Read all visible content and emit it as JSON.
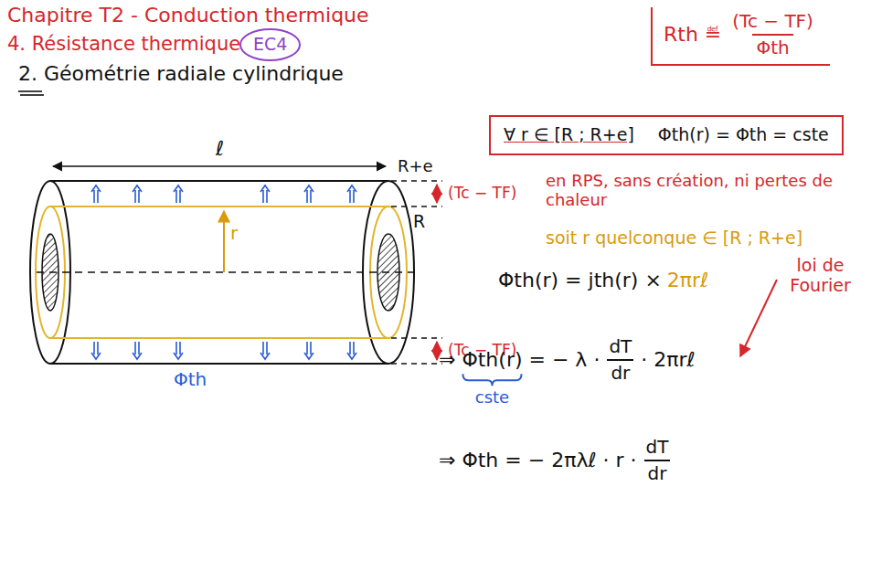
{
  "diagram": {
    "title": "Chapitre T2 - Conduction thermique",
    "nodes": [
      {
        "text": [
          "EC4"
        ]
      },
      {
        "text": [
          "Rth ≝",
          "(Tc − TF)",
          "Φth"
        ]
      },
      {
        "text": [
          "∀ r ∈ [R ; R+e]",
          "Φth(r) = Φth = cste"
        ]
      }
    ],
    "labels": [
      "4. Résistance thermique",
      "2. Géométrie radiale cylindrique",
      "ℓ",
      "R+e",
      "R",
      "r",
      "(Tc − TF)",
      "(Tc − TF)",
      "Φth",
      "en RPS, sans création, ni pertes de chaleur",
      "soit r quelconque ∈ [R ; R+e]",
      "Φth(r) = jth(r) ×",
      "2πrℓ",
      "loi de Fourier",
      "⇒ Φth(r) = − λ ·",
      "dT",
      "dr",
      "· 2πrℓ",
      "cste",
      "⇒ Φth = − 2πλℓ · r ·",
      "dT",
      "dr"
    ]
  }
}
